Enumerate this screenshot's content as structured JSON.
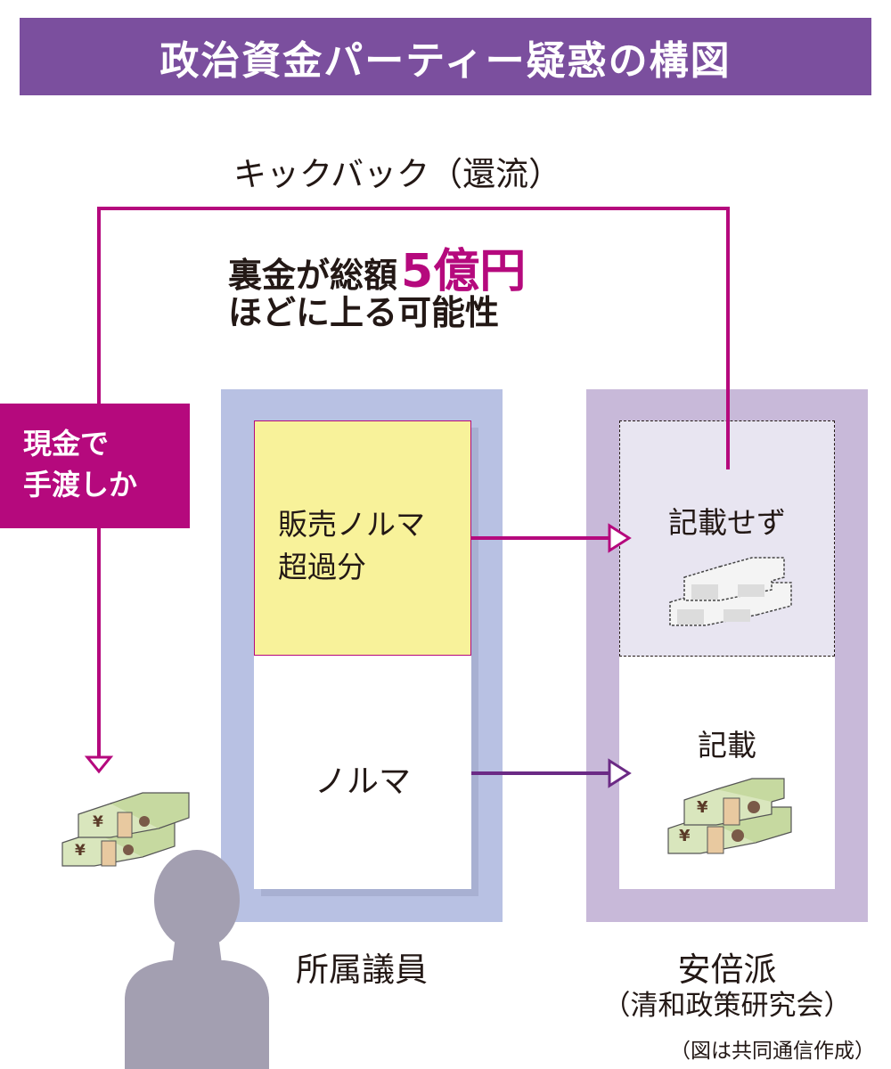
{
  "title": "政治資金パーティー疑惑の構図",
  "kickback_label": "キックバック（還流）",
  "slush_fund": {
    "line1_prefix": "裏金が総額",
    "amount": "5億円",
    "line2": "ほどに上る可能性"
  },
  "cash_handover": {
    "line1": "現金で",
    "line2": "手渡しか"
  },
  "member_panel": {
    "excess_line1": "販売ノルマ",
    "excess_line2": "超過分",
    "quota": "ノルマ",
    "caption": "所属議員"
  },
  "faction_panel": {
    "unrecorded": "記載せず",
    "recorded": "記載",
    "caption": "安倍派",
    "subcaption": "（清和政策研究会）"
  },
  "banknote_mark": "¥",
  "credit": "（図は共同通信作成）",
  "colors": {
    "title_bar": "#7b4f9e",
    "accent_magenta": "#b5097d",
    "member_panel": "#b8c1e3",
    "faction_panel": "#c8b9d9",
    "excess_highlight": "#f8f29a",
    "arrow_purple": "#6b2a85",
    "silhouette": "#a39fb1"
  }
}
